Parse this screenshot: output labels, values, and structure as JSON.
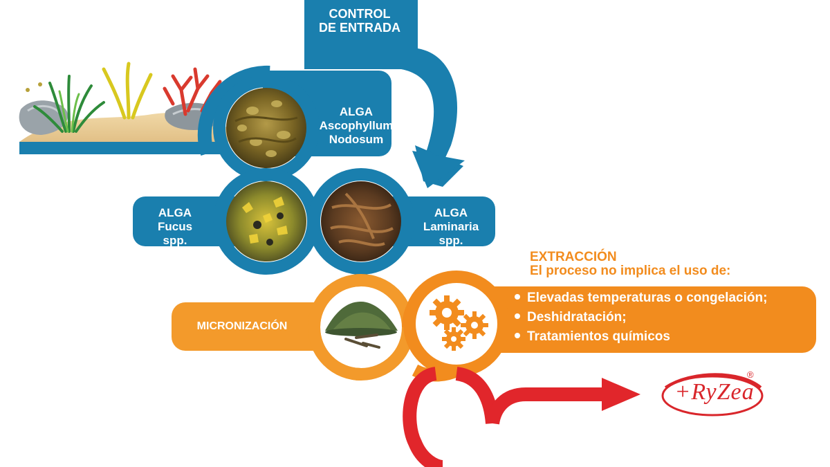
{
  "labels": {
    "control": [
      "CONTROL",
      "DE ENTRADA"
    ],
    "ascophyllum": [
      "ALGA",
      "Ascophyllum",
      "Nodosum"
    ],
    "fucus": [
      "ALGA",
      "Fucus",
      "spp."
    ],
    "laminaria": [
      "ALGA",
      "Laminaria",
      "spp."
    ],
    "micronizacion": "MICRONIZACIÓN"
  },
  "extraccion": {
    "title": "EXTRACCIÓN",
    "subtitle": "El proceso no implica el uso de:",
    "items": [
      "Elevadas temperaturas o congelación;",
      "Deshidratación;",
      "Tratamientos químicos"
    ]
  },
  "logo": {
    "text": "+RyZea",
    "mark": "®"
  },
  "colors": {
    "blue": "#1a7fae",
    "orange": "#f39a2b",
    "red": "#e1262b",
    "sand": "#e9c98f"
  }
}
